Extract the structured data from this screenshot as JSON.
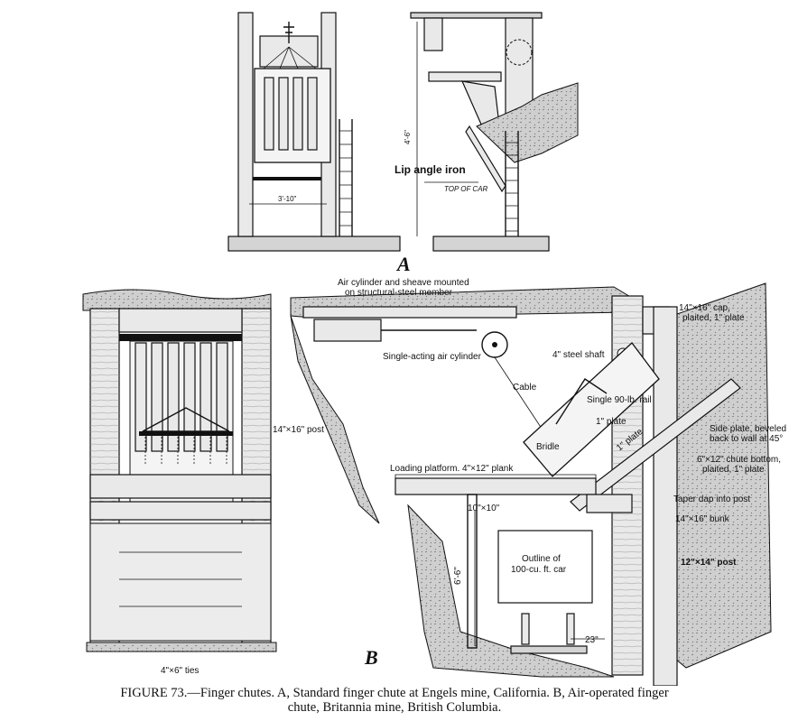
{
  "figure_a": {
    "label": "A",
    "lip_angle_iron": "Lip angle iron",
    "top_of_car": "TOP OF CAR",
    "dim_width": "3'-10\"",
    "dim_height": "4'-6\""
  },
  "figure_b": {
    "label": "B",
    "labels": {
      "air_cylinder_sheave": "Air cylinder and sheave mounted",
      "air_cylinder_sheave_2": "on structural-steel member",
      "single_acting": "Single-acting air cylinder",
      "steel_shaft": "4\" steel shaft",
      "cap": "14\"×16\" cap,",
      "cap_2": "plaited, 1\" plate",
      "cable": "Cable",
      "single_rail": "Single 90-lb. rail",
      "one_inch_plate_a": "1\" plate",
      "one_inch_plate_b": "1\" plate",
      "bridle": "Bridle",
      "side_plate": "Side plate, beveled",
      "side_plate_2": "back to wall at 45°",
      "chute_bottom": "6\"×12\" chute bottom,",
      "chute_bottom_2": "plaited, 1\" plate",
      "loading_platform": "Loading platform. 4\"×12\" plank",
      "taper_dap": "Taper dap into post",
      "bunk": "14\"×16\" bunk",
      "ten_by_ten": "10\"×10\"",
      "outline_car": "Outline of",
      "outline_car_2": "100-cu. ft. car",
      "post_12x14": "12\"×14\" post",
      "dim_6_6": "6'-6\"",
      "dim_23": "23\""
    }
  },
  "front_view": {
    "post_label": "14\"×16\" post",
    "ties_label": "4\"×6\" ties"
  },
  "caption": {
    "line1": "FIGURE 73.—Finger chutes.  A, Standard finger chute at Engels mine, California.  B, Air-operated finger",
    "line2": "chute, Britannia mine, British Columbia."
  }
}
